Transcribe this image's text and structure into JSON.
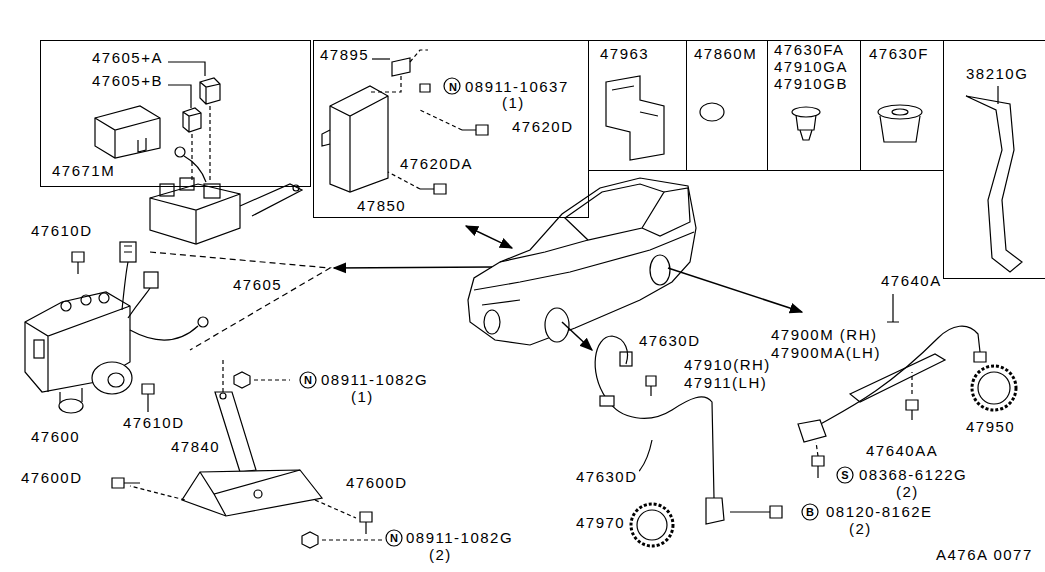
{
  "diagram": {
    "nodes": [
      {
        "text": [
          "47605+A",
          "47605+B",
          "47671M"
        ]
      },
      {
        "text": [
          "47895",
          "N",
          "08911-10637",
          "(1)",
          "47620D",
          "47620DA",
          "47850"
        ]
      },
      {
        "text": [
          "47963"
        ]
      },
      {
        "text": [
          "47860M"
        ]
      },
      {
        "text": [
          "47630FA",
          "47910GA",
          "47910GB"
        ]
      },
      {
        "text": [
          "47630F"
        ]
      },
      {
        "text": [
          "38210G"
        ]
      }
    ],
    "labels": [
      "47610D",
      "47605",
      "47600",
      "47610D",
      "N",
      "08911-1082G",
      "(1)",
      "47840",
      "47600D",
      "47600D",
      "N",
      "08911-1082G",
      "(2)",
      "47630D",
      "47910(RH)",
      "47911(LH)",
      "47630D",
      "47970",
      "B",
      "08120-8162E",
      "(2)",
      "47640A",
      "47900M (RH)",
      "47900MA(LH)",
      "47950",
      "47640AA",
      "S",
      "08368-6122G",
      "(2)",
      "A476A 0077"
    ]
  }
}
